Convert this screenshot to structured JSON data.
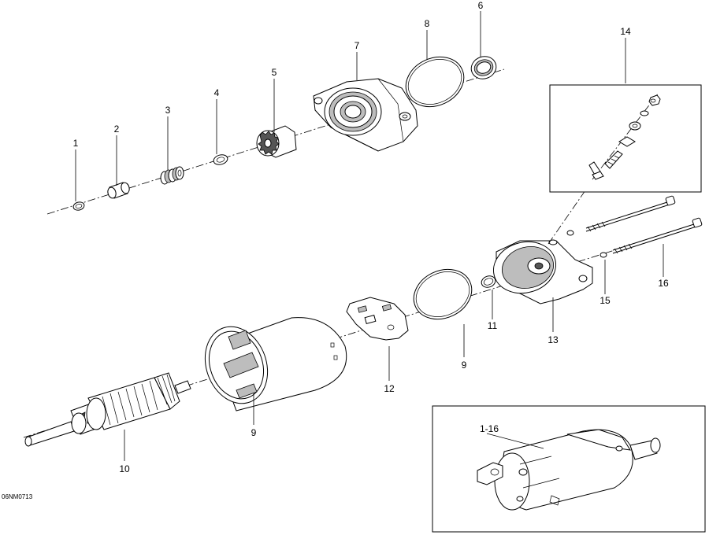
{
  "diagram": {
    "reference_code": "06NM0713",
    "labels": {
      "p1": "1",
      "p2": "2",
      "p3": "3",
      "p4": "4",
      "p5": "5",
      "p6": "6",
      "p7": "7",
      "p8": "8",
      "p9a": "9",
      "p9b": "9",
      "p10": "10",
      "p11": "11",
      "p12": "12",
      "p13": "13",
      "p14": "14",
      "p15": "15",
      "p16": "16",
      "assembly": "1-16"
    }
  }
}
